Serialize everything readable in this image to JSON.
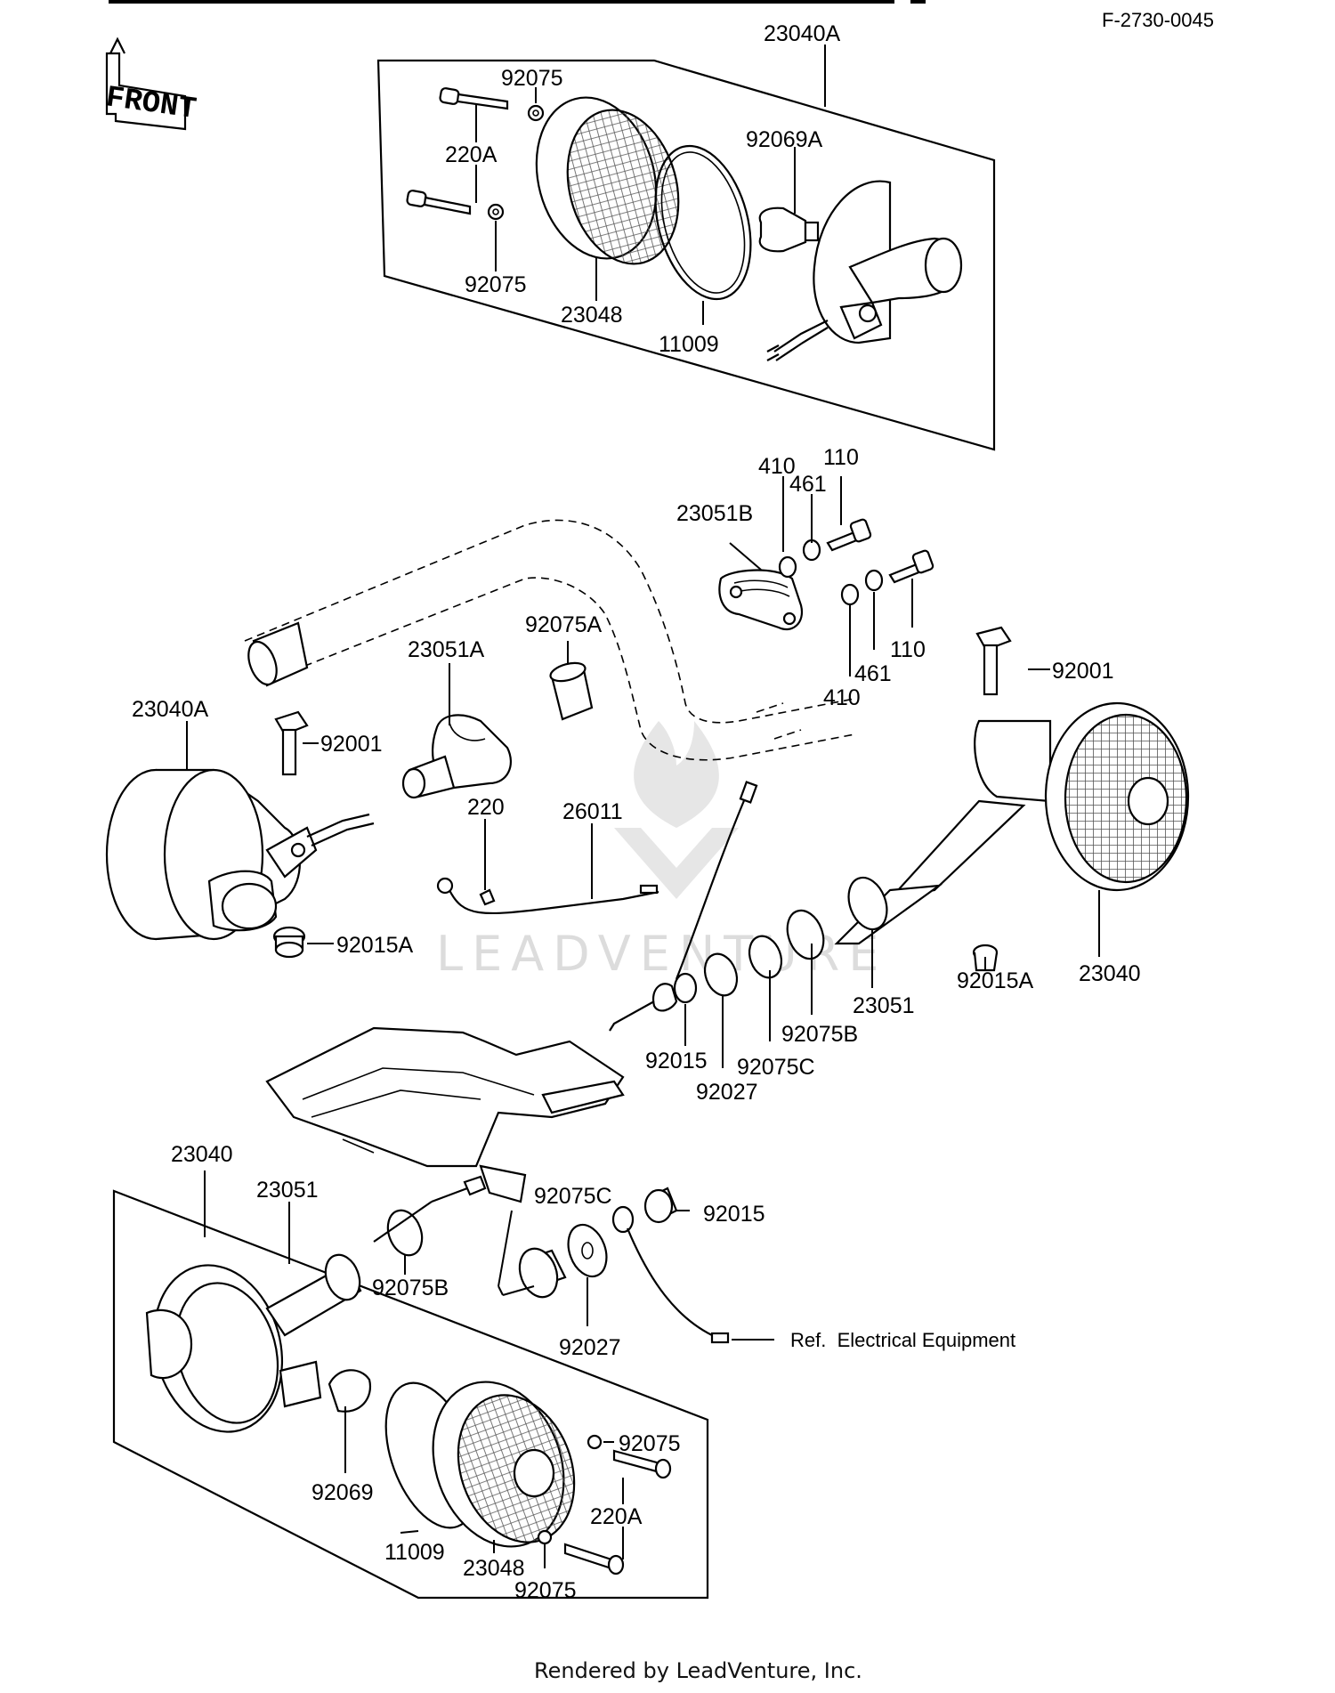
{
  "doc_code": "F-2730-0045",
  "front_label": "FRONT",
  "footer": "Rendered by LeadVenture, Inc.",
  "watermark": "LEADVENTURE",
  "ref_note": "Ref.  Electrical Equipment",
  "callouts": [
    {
      "id": "c1",
      "text": "23040A"
    },
    {
      "id": "c2",
      "text": "92075"
    },
    {
      "id": "c3",
      "text": "220A"
    },
    {
      "id": "c4",
      "text": "92069A"
    },
    {
      "id": "c5",
      "text": "92075"
    },
    {
      "id": "c6",
      "text": "23048"
    },
    {
      "id": "c7",
      "text": "11009"
    },
    {
      "id": "c8",
      "text": "410"
    },
    {
      "id": "c9",
      "text": "461"
    },
    {
      "id": "c10",
      "text": "110"
    },
    {
      "id": "c11",
      "text": "23051B"
    },
    {
      "id": "c12",
      "text": "110"
    },
    {
      "id": "c13",
      "text": "461"
    },
    {
      "id": "c14",
      "text": "410"
    },
    {
      "id": "c15",
      "text": "92075A"
    },
    {
      "id": "c16",
      "text": "23051A"
    },
    {
      "id": "c17",
      "text": "92001"
    },
    {
      "id": "c18",
      "text": "23040A"
    },
    {
      "id": "c19",
      "text": "92001"
    },
    {
      "id": "c20",
      "text": "220"
    },
    {
      "id": "c21",
      "text": "26011"
    },
    {
      "id": "c22",
      "text": "92015A"
    },
    {
      "id": "c23",
      "text": "23051"
    },
    {
      "id": "c24",
      "text": "92015A"
    },
    {
      "id": "c25",
      "text": "23040"
    },
    {
      "id": "c26",
      "text": "92075B"
    },
    {
      "id": "c27",
      "text": "92075C"
    },
    {
      "id": "c28",
      "text": "92015"
    },
    {
      "id": "c29",
      "text": "92027"
    },
    {
      "id": "c30",
      "text": "23040"
    },
    {
      "id": "c31",
      "text": "23051"
    },
    {
      "id": "c32",
      "text": "92075C"
    },
    {
      "id": "c33",
      "text": "92015"
    },
    {
      "id": "c34",
      "text": "92075B"
    },
    {
      "id": "c35",
      "text": "92027"
    },
    {
      "id": "c36",
      "text": "92069"
    },
    {
      "id": "c37",
      "text": "92075"
    },
    {
      "id": "c38",
      "text": "220A"
    },
    {
      "id": "c39",
      "text": "11009"
    },
    {
      "id": "c40",
      "text": "23048"
    },
    {
      "id": "c41",
      "text": "92075"
    }
  ]
}
